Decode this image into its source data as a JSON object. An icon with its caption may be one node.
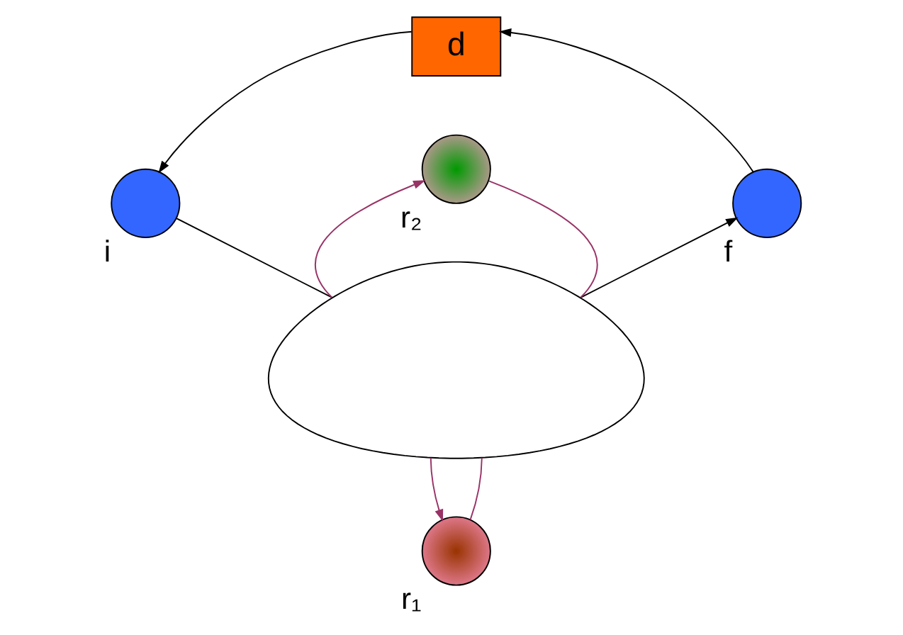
{
  "diagram": {
    "nodes": [
      {
        "text": [
          "d"
        ]
      },
      {
        "text": [],
        "shape": "circle",
        "beside": [
          "r₁"
        ]
      },
      {
        "text": [],
        "shape": "circle",
        "beside": [
          "i"
        ]
      },
      {
        "text": [],
        "shape": "cloud"
      },
      {
        "text": [],
        "shape": "circle",
        "beside": [
          "f"
        ]
      },
      {
        "text": [],
        "shape": "circle",
        "beside": [
          "r₂"
        ]
      }
    ],
    "edges": [
      {
        "from": 0,
        "to": 2,
        "arrow": "to"
      },
      {
        "from": 2,
        "to": 3,
        "arrow": "none"
      },
      {
        "from": 3,
        "to": 4,
        "arrow": "to"
      },
      {
        "from": 4,
        "to": 0,
        "arrow": "to"
      },
      {
        "from": 1,
        "to": 3,
        "arrow": "none",
        "color": "#993366"
      },
      {
        "from": 3,
        "to": 1,
        "arrow": "to",
        "color": "#993366"
      },
      {
        "from": 5,
        "to": 3,
        "arrow": "none",
        "color": "#993366"
      },
      {
        "from": 3,
        "to": 5,
        "arrow": "to",
        "color": "#993366"
      }
    ]
  }
}
